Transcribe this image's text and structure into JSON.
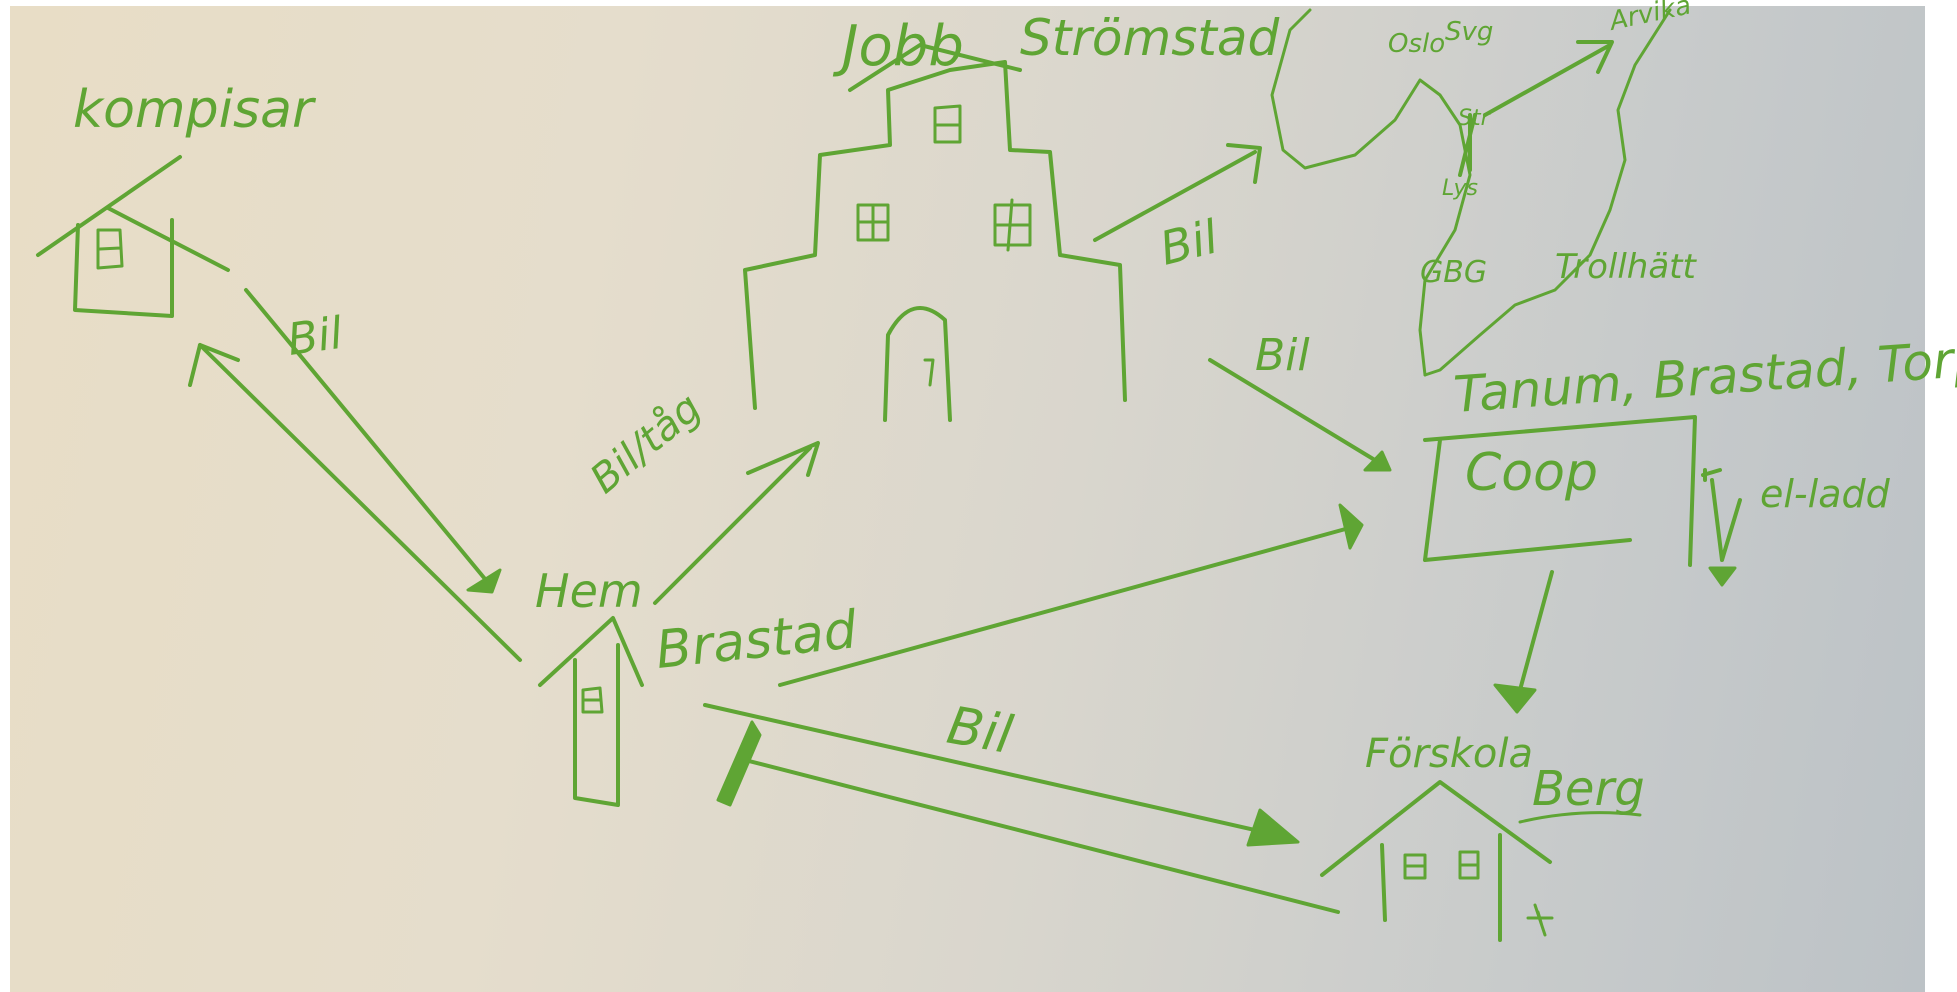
{
  "diagram": {
    "ink_color": "#5fa534",
    "paper_color": "#e3dccc",
    "nodes": {
      "kompisar": {
        "label": "kompisar"
      },
      "hem": {
        "label": "Hem",
        "place": "Brastad"
      },
      "jobb": {
        "label": "Jobb",
        "place": "Strömstad"
      },
      "coop": {
        "label": "Coop",
        "places": "Tanum, Brastad, Torp.",
        "charger": "el-ladd"
      },
      "forskola": {
        "label": "Förskola",
        "place": "Berg"
      },
      "map": {
        "oslo": "Oslo",
        "svinesund": "Svg",
        "arvika": "Arvika",
        "str": "Str",
        "lys": "Lys",
        "gbg": "GBG",
        "trollhattan": "Trollhätt"
      }
    },
    "edges": {
      "hem_kompisar": "Bil",
      "hem_jobb": "Bil/tåg",
      "jobb_map": "Bil",
      "jobb_coop": "Bil",
      "hem_forskola": "Bil"
    }
  }
}
